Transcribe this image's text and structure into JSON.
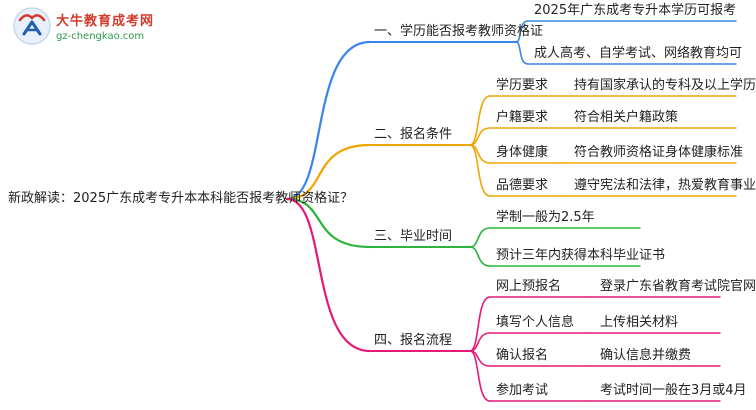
{
  "logo": {
    "name": "大牛教育成考网",
    "url": "gz-chengkao.com"
  },
  "root": "新政解读：2025广东成考专升本本科能否报考教师资格证？",
  "branches": [
    {
      "label": "一、学历能否报考教师资格证",
      "color": "#3a86e8",
      "leaves": [
        {
          "text": "2025年广东成考专升本学历可报考"
        },
        {
          "text": "成人高考、自学考试、网络教育均可"
        }
      ]
    },
    {
      "label": "二、报名条件",
      "color": "#f0a500",
      "leaves": [
        {
          "text": "学历要求",
          "detail": "持有国家承认的专科及以上学历"
        },
        {
          "text": "户籍要求",
          "detail": "符合相关户籍政策"
        },
        {
          "text": "身体健康",
          "detail": "符合教师资格证身体健康标准"
        },
        {
          "text": "品德要求",
          "detail": "遵守宪法和法律，热爱教育事业"
        }
      ]
    },
    {
      "label": "三、毕业时间",
      "color": "#2ab53a",
      "leaves": [
        {
          "text": "学制一般为2.5年"
        },
        {
          "text": "预计三年内获得本科毕业证书"
        }
      ]
    },
    {
      "label": "四、报名流程",
      "color": "#e5197a",
      "leaves": [
        {
          "text": "网上预报名",
          "detail": "登录广东省教育考试院官网"
        },
        {
          "text": "填写个人信息",
          "detail": "上传相关材料"
        },
        {
          "text": "确认报名",
          "detail": "确认信息并缴费"
        },
        {
          "text": "参加考试",
          "detail": "考试时间一般在3月或4月"
        }
      ]
    }
  ]
}
